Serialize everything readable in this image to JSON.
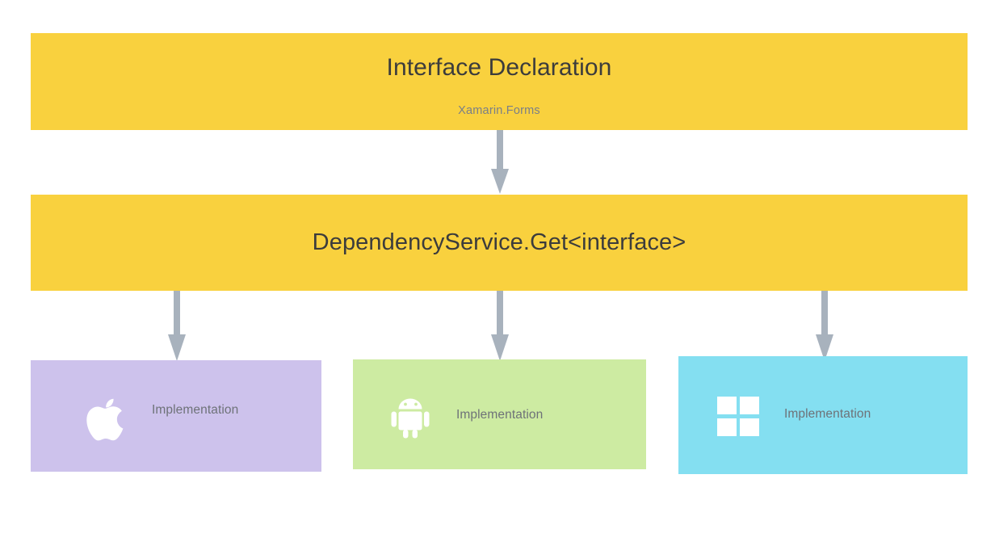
{
  "diagram": {
    "type": "flowchart",
    "title": "Xamarin.Forms DependencyService flow",
    "colors": {
      "node_yellow": "#f9d13e",
      "ios_purple": "#cdc2ec",
      "android_green": "#cdeba2",
      "windows_blue": "#84dff1",
      "arrow_gray": "#a8b2bd",
      "heading_text": "#3c3c3c",
      "subtle_text": "#7a7f88",
      "icon_white": "#ffffff"
    }
  },
  "nodes": {
    "interface": {
      "title": "Interface Declaration",
      "subtitle": "Xamarin.Forms"
    },
    "dependency": {
      "title": "DependencyService.Get<interface>"
    },
    "platforms": [
      {
        "key": "ios",
        "icon": "apple-icon",
        "label": "Implementation"
      },
      {
        "key": "android",
        "icon": "android-icon",
        "label": "Implementation"
      },
      {
        "key": "windows",
        "icon": "windows-icon",
        "label": "Implementation"
      }
    ]
  },
  "arrows": [
    {
      "key": "interface-to-dependency",
      "from": "interface",
      "to": "dependency"
    },
    {
      "key": "dependency-to-ios",
      "from": "dependency",
      "to": "ios"
    },
    {
      "key": "dependency-to-android",
      "from": "dependency",
      "to": "android"
    },
    {
      "key": "dependency-to-windows",
      "from": "dependency",
      "to": "windows"
    }
  ]
}
